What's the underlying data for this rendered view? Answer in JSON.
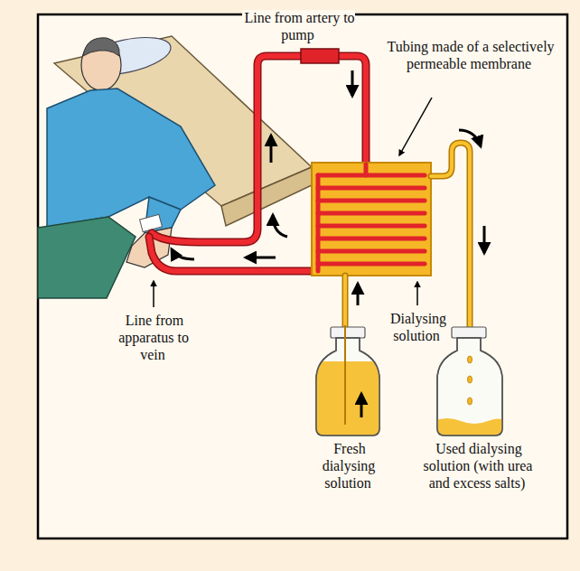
{
  "diagram": {
    "labels": [
      "Line from artery to pump",
      "Tubing made of a selectively permeable membrane",
      "Line from apparatus to vein",
      "Dialysing solution",
      "Fresh dialysing solution",
      "Used dialysing solution (with urea and excess salts)"
    ]
  }
}
